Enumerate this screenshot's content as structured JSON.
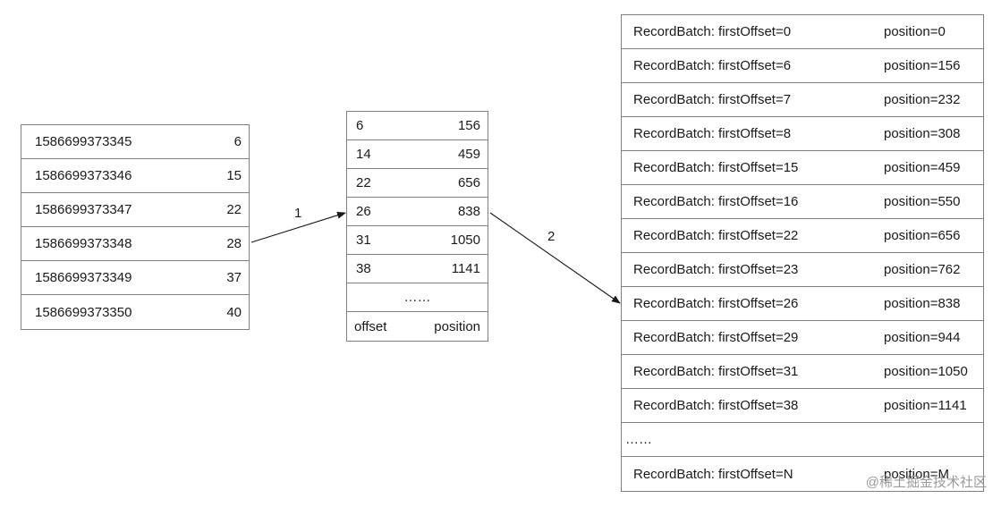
{
  "time_index": {
    "rows": [
      {
        "timestamp": "1586699373345",
        "offset": "6"
      },
      {
        "timestamp": "1586699373346",
        "offset": "15"
      },
      {
        "timestamp": "1586699373347",
        "offset": "22"
      },
      {
        "timestamp": "1586699373348",
        "offset": "28"
      },
      {
        "timestamp": "1586699373349",
        "offset": "37"
      },
      {
        "timestamp": "1586699373350",
        "offset": "40"
      }
    ]
  },
  "offset_index": {
    "rows": [
      {
        "offset": "6",
        "position": "156"
      },
      {
        "offset": "14",
        "position": "459"
      },
      {
        "offset": "22",
        "position": "656"
      },
      {
        "offset": "26",
        "position": "838"
      },
      {
        "offset": "31",
        "position": "1050"
      },
      {
        "offset": "38",
        "position": "1141"
      }
    ],
    "ellipsis": "……",
    "header": {
      "offset": "offset",
      "position": "position"
    }
  },
  "log_file": {
    "rows": [
      {
        "batch": "RecordBatch: firstOffset=0",
        "position": "position=0"
      },
      {
        "batch": "RecordBatch: firstOffset=6",
        "position": "position=156"
      },
      {
        "batch": "RecordBatch: firstOffset=7",
        "position": "position=232"
      },
      {
        "batch": "RecordBatch: firstOffset=8",
        "position": "position=308"
      },
      {
        "batch": "RecordBatch: firstOffset=15",
        "position": "position=459"
      },
      {
        "batch": "RecordBatch: firstOffset=16",
        "position": "position=550"
      },
      {
        "batch": "RecordBatch: firstOffset=22",
        "position": "position=656"
      },
      {
        "batch": "RecordBatch: firstOffset=23",
        "position": "position=762"
      },
      {
        "batch": "RecordBatch: firstOffset=26",
        "position": "position=838"
      },
      {
        "batch": "RecordBatch: firstOffset=29",
        "position": "position=944"
      },
      {
        "batch": "RecordBatch: firstOffset=31",
        "position": "position=1050"
      },
      {
        "batch": "RecordBatch: firstOffset=38",
        "position": "position=1141"
      }
    ],
    "ellipsis": "……",
    "last_row": {
      "batch": "RecordBatch: firstOffset=N",
      "position": "position=M"
    }
  },
  "arrows": {
    "first_label": "1",
    "second_label": "2"
  },
  "watermark": "@稀土掘金技术社区"
}
